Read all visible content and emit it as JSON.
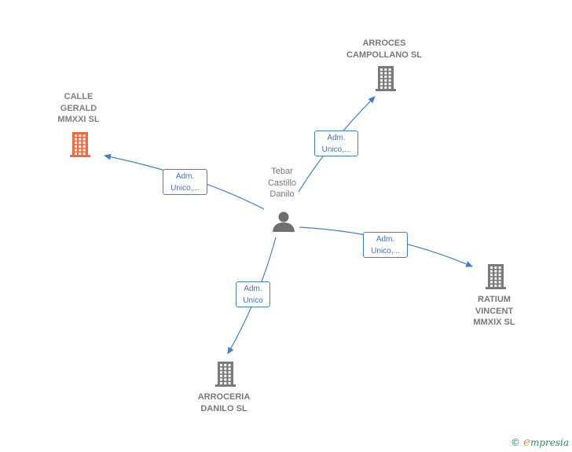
{
  "person": {
    "name": "Tebar\nCastillo\nDanilo",
    "icon": "person-icon"
  },
  "companies": [
    {
      "id": "calle",
      "name": "CALLE\nGERALD\nMMXXI  SL",
      "color": "#f26a3d",
      "icon": "building-icon"
    },
    {
      "id": "arroces",
      "name": "ARROCES\nCAMPOLLANO SL",
      "color": "#7a7a7a",
      "icon": "building-icon"
    },
    {
      "id": "ratium",
      "name": "RATIUM\nVINCENT\nMMXIX  SL",
      "color": "#7a7a7a",
      "icon": "building-icon"
    },
    {
      "id": "arroceria",
      "name": "ARROCERIA\nDANILO  SL",
      "color": "#7a7a7a",
      "icon": "building-icon"
    }
  ],
  "edges": [
    {
      "to": "calle",
      "label": "Adm.\nUnico,..."
    },
    {
      "to": "arroces",
      "label": "Adm.\nUnico,..."
    },
    {
      "to": "ratium",
      "label": "Adm.\nUnico,..."
    },
    {
      "to": "arroceria",
      "label": "Adm.\nUnico"
    }
  ],
  "colors": {
    "edge": "#3f7fd0",
    "person": "#6f6f6f"
  },
  "brand": {
    "copyright": "©",
    "initial": "e",
    "rest": "mpresia"
  }
}
